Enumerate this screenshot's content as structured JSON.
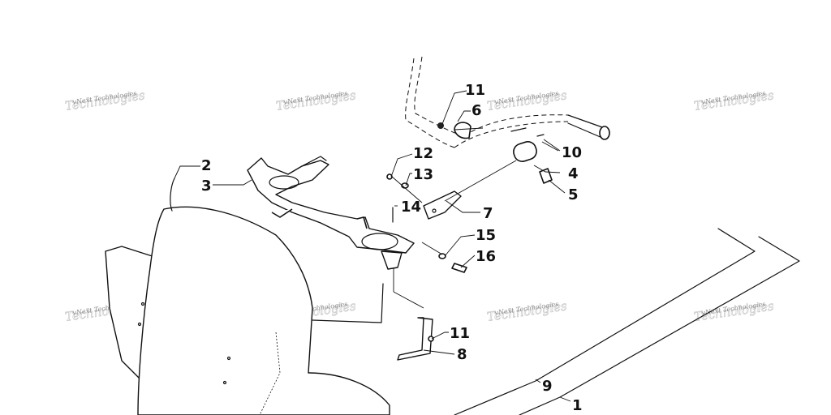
{
  "watermark": {
    "text": "vNext Technologies",
    "ghost_text": "Technologies",
    "positions": [
      "wm-1",
      "wm-2",
      "wm-3",
      "wm-4",
      "wm-5",
      "wm-6",
      "wm-7",
      "wm-8"
    ]
  },
  "callouts": [
    {
      "id": "c-11a",
      "label": "11"
    },
    {
      "id": "c-6",
      "label": "6"
    },
    {
      "id": "c-10",
      "label": "10"
    },
    {
      "id": "c-4",
      "label": "4"
    },
    {
      "id": "c-5",
      "label": "5"
    },
    {
      "id": "c-12",
      "label": "12"
    },
    {
      "id": "c-13",
      "label": "13"
    },
    {
      "id": "c-14",
      "label": "14"
    },
    {
      "id": "c-7",
      "label": "7"
    },
    {
      "id": "c-15",
      "label": "15"
    },
    {
      "id": "c-16",
      "label": "16"
    },
    {
      "id": "c-2",
      "label": "2"
    },
    {
      "id": "c-3",
      "label": "3"
    },
    {
      "id": "c-11b",
      "label": "11"
    },
    {
      "id": "c-8",
      "label": "8"
    },
    {
      "id": "c-9",
      "label": "9"
    },
    {
      "id": "c-1",
      "label": "1"
    }
  ],
  "colors": {
    "line": "#111111",
    "watermark": "#8a8a8a",
    "background": "#ffffff"
  }
}
